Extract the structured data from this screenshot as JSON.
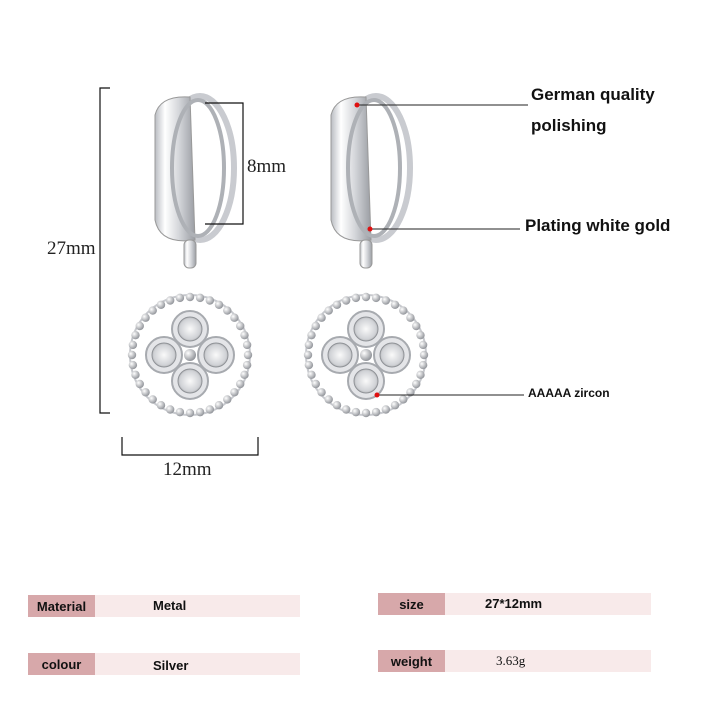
{
  "dimensions": {
    "height": "27mm",
    "hoop": "8mm",
    "width": "12mm"
  },
  "callouts": {
    "polishing_line1": "German quality",
    "polishing_line2": "polishing",
    "plating": "Plating white gold",
    "zircon": "AAAAA zircon"
  },
  "specs": {
    "material": {
      "label": "Material",
      "value": "Metal"
    },
    "colour": {
      "label": "colour",
      "value": "Silver"
    },
    "size": {
      "label": "size",
      "value": "27*12mm"
    },
    "weight": {
      "label": "weight",
      "value": "3.63g"
    }
  },
  "colors": {
    "label_bg": "#d7a8aa",
    "bar_bg": "#f8eaea",
    "marker": "#e01010"
  }
}
